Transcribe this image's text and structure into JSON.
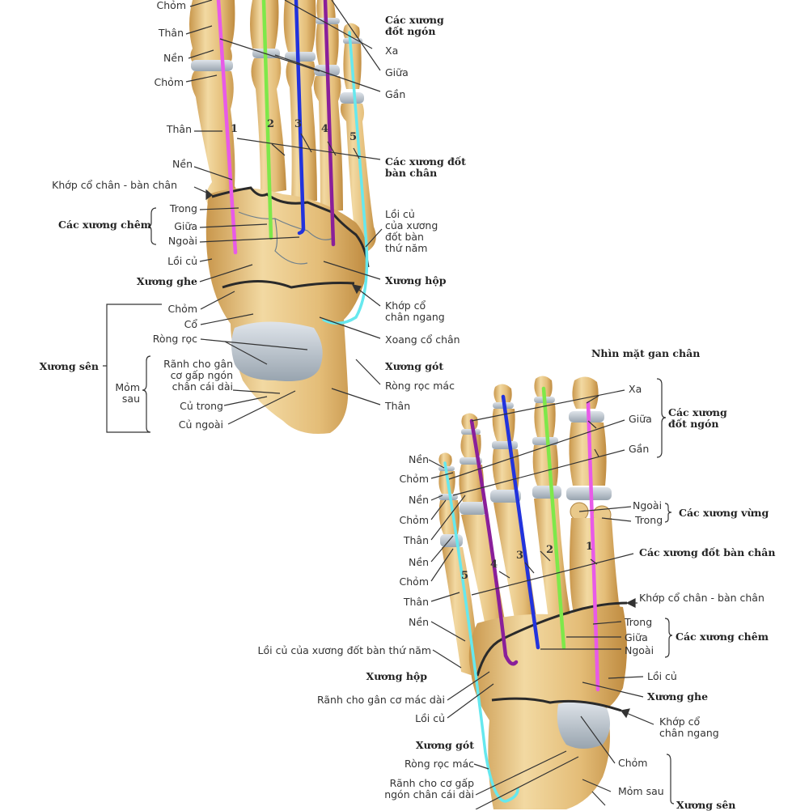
{
  "colors": {
    "bone": "#e6c27e",
    "bone_light": "#f3dca8",
    "bone_shadow": "#c89a52",
    "cartilage": "#b9c3cc",
    "joint_line": "#2a2a2a",
    "toe1": "#e85ae8",
    "toe2": "#7ee84a",
    "toe3": "#2233dd",
    "toe4": "#8a1f9a",
    "toe5": "#66e8ee"
  },
  "top_view": {
    "toe_numbers": [
      "1",
      "2",
      "3",
      "4",
      "5"
    ],
    "left_labels": {
      "chom1": "Chỏm",
      "than1": "Thân",
      "nen1": "Nền",
      "chom2": "Chỏm",
      "than2": "Thân",
      "nen2": "Nền",
      "khop_co_chan_ban_chan": "Khớp cổ chân - bàn chân",
      "cac_xuong_chem": "Các xương chêm",
      "trong": "Trong",
      "giua": "Giữa",
      "ngoai": "Ngoài",
      "loi_cu": "Lồi củ",
      "xuong_ghe": "Xương ghe",
      "chom3": "Chỏm",
      "co": "Cổ",
      "rong_roc": "Ròng rọc",
      "xuong_sen": "Xương sên",
      "mom_sau": "Mỏm\nsau",
      "ranh_gan": "Rãnh cho gân\ncơ gấp ngón\nchân cái dài",
      "cu_trong": "Củ trong",
      "cu_ngoai": "Củ ngoài"
    },
    "right_labels": {
      "cac_xuong_dot_ngon": "Các xương\nđốt ngón",
      "xa": "Xa",
      "giua": "Giữa",
      "gan": "Gần",
      "cac_xuong_dot_ban_chan": "Các xương đốt\nbàn chân",
      "loi_cu_dot_ban_5": "Lồi củ\ncủa xương\nđốt bàn\nthứ năm",
      "xuong_hop": "Xương hộp",
      "khop_co_chan_ngang": "Khớp cổ\nchân ngang",
      "xoang_co_chan": "Xoang cổ chân",
      "xuong_got": "Xương gót",
      "rong_roc_mac": "Ròng rọc mác",
      "than": "Thân"
    }
  },
  "bottom_view": {
    "title": "Nhìn mặt gan chân",
    "toe_numbers": [
      "1",
      "2",
      "3",
      "4",
      "5"
    ],
    "right_labels": {
      "xa": "Xa",
      "giua": "Giữa",
      "gan": "Gần",
      "cac_xuong_dot_ngon": "Các xương\nđốt ngón",
      "ngoai_vung": "Ngoài",
      "trong_vung": "Trong",
      "cac_xuong_vung": "Các xương vừng",
      "cac_xuong_dot_ban_chan": "Các xương đốt bàn chân",
      "khop_co_chan_ban_chan": "Khớp cổ chân - bàn chân",
      "trong": "Trong",
      "ngoai": "Ngoài",
      "cac_xuong_chem": "Các xương chêm",
      "loi_cu": "Lồi củ",
      "xuong_ghe": "Xương ghe",
      "khop_co_chan_ngang": "Khớp cổ\nchân ngang",
      "chom": "Chỏm",
      "mom_sau": "Mỏm sau",
      "xuong_sen": "Xương sên"
    },
    "left_labels": {
      "nen1": "Nền",
      "chom1": "Chỏm",
      "nen2": "Nền",
      "chom2": "Chỏm",
      "than1": "Thân",
      "nen3": "Nền",
      "chom3": "Chỏm",
      "than2": "Thân",
      "nen4": "Nền",
      "loi_cu_dot_ban_5": "Lồi củ của xương đốt bàn thứ năm",
      "xuong_hop": "Xương hộp",
      "ranh_mac_dai": "Rãnh cho gân cơ mác dài",
      "loi_cu": "Lồi củ",
      "xuong_got": "Xương gót",
      "rong_roc_mac": "Ròng rọc mác",
      "ranh_gap": "Rãnh cho cơ gấp\nngón chân cái dài"
    }
  }
}
